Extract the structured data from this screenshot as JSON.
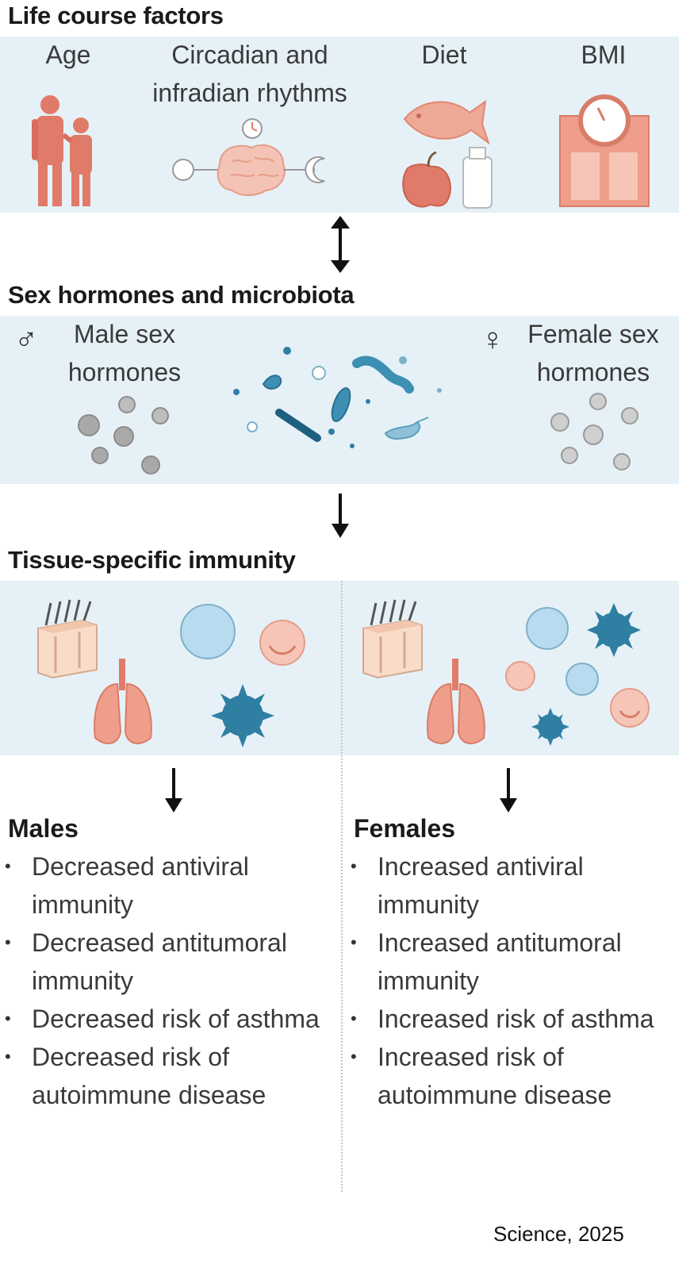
{
  "sections": {
    "life_course_title": "Life course factors",
    "hormones_title": "Sex hormones and microbiota",
    "immunity_title": "Tissue-specific immunity"
  },
  "life_course_factors": [
    {
      "label": "Age",
      "icon": "people-icon"
    },
    {
      "label": "Circadian and",
      "label2": "infradian rhythms",
      "icon": "brain-clock-icon"
    },
    {
      "label": "Diet",
      "icon": "food-icon"
    },
    {
      "label": "BMI",
      "icon": "scale-icon"
    }
  ],
  "hormones": {
    "male_line1": "Male sex",
    "male_line2": "hormones",
    "female_line1": "Female sex",
    "female_line2": "hormones",
    "male_symbol": "♂",
    "female_symbol": "♀"
  },
  "males": {
    "title": "Males",
    "items": [
      "Decreased antiviral immunity",
      "Decreased antitumoral immunity",
      "Decreased risk of asthma",
      "Decreased risk of autoimmune disease"
    ]
  },
  "females": {
    "title": "Females",
    "items": [
      "Increased antiviral immunity",
      "Increased antitumoral immunity",
      "Increased risk of asthma",
      "Increased risk of autoimmune disease"
    ]
  },
  "credit": "Science, 2025",
  "colors": {
    "panel": "#e6f1f7",
    "salmon": "#e07b6a",
    "salmon_light": "#f3c3b5",
    "teal": "#2f7fa3",
    "grey_dot": "#a9a9a9"
  }
}
